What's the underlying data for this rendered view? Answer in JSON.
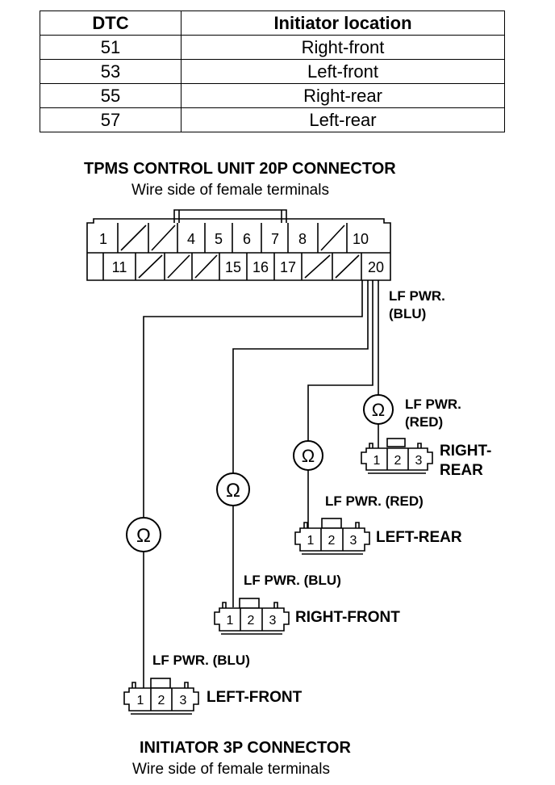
{
  "table": {
    "headers": [
      "DTC",
      "Initiator location"
    ],
    "rows": [
      [
        "51",
        "Right-front"
      ],
      [
        "53",
        "Left-front"
      ],
      [
        "55",
        "Right-rear"
      ],
      [
        "57",
        "Left-rear"
      ]
    ]
  },
  "control_unit": {
    "title": "TPMS CONTROL UNIT 20P CONNECTOR",
    "subtitle": "Wire side of female terminals",
    "top_row": [
      "1",
      "",
      "",
      "4",
      "5",
      "6",
      "7",
      "8",
      "",
      "10"
    ],
    "bottom_row": [
      "11",
      "",
      "",
      "",
      "15",
      "16",
      "17",
      "",
      "",
      "20"
    ]
  },
  "labels": {
    "lf_pwr_blu_top": [
      "LF PWR.",
      "(BLU)"
    ],
    "lf_pwr_red_rr": [
      "LF PWR.",
      "(RED)"
    ],
    "right_rear": [
      "RIGHT-",
      "REAR"
    ],
    "lf_pwr_red_lr": "LF PWR. (RED)",
    "left_rear": "LEFT-REAR",
    "lf_pwr_blu_rf": "LF PWR. (BLU)",
    "right_front": "RIGHT-FRONT",
    "lf_pwr_blu_lf": "LF PWR. (BLU)",
    "left_front": "LEFT-FRONT"
  },
  "ohm_symbol": "Ω",
  "initiator_pins": [
    "1",
    "2",
    "3"
  ],
  "initiator": {
    "title": "INITIATOR 3P CONNECTOR",
    "subtitle": "Wire side of female terminals"
  }
}
